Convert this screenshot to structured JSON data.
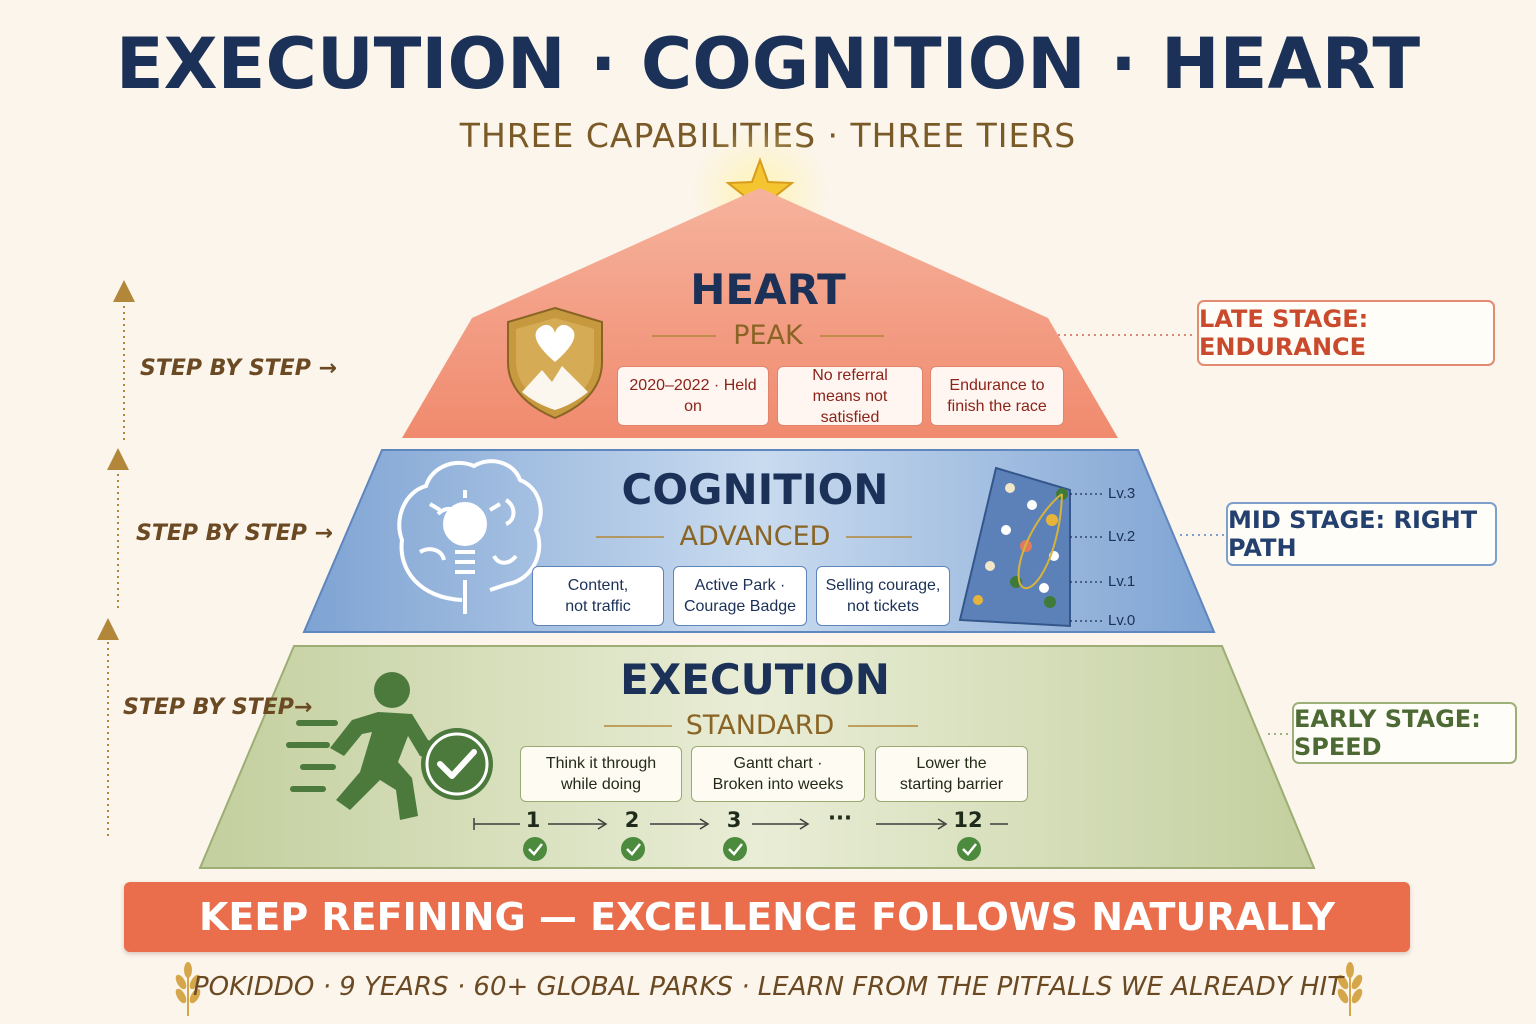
{
  "header": {
    "title": "EXECUTION · COGNITION · HEART",
    "subtitle": "THREE CAPABILITIES · THREE TIERS"
  },
  "tiers": {
    "heart": {
      "title": "HEART",
      "level": "PEAK",
      "color": "#f4937a",
      "chips": [
        "2020–2022 · Held on",
        "No referral\nmeans not satisfied",
        "Endurance to\nfinish the race"
      ]
    },
    "cognition": {
      "title": "COGNITION",
      "level": "ADVANCED",
      "color": "#8fb1dc",
      "chips": [
        "Content,\nnot traffic",
        "Active Park ·\nCourage Badge",
        "Selling courage,\nnot tickets"
      ],
      "climb_levels": [
        "Lv.3",
        "Lv.2",
        "Lv.1",
        "Lv.0"
      ]
    },
    "execution": {
      "title": "EXECUTION",
      "level": "STANDARD",
      "color": "#c7d3a6",
      "chips": [
        "Think it through\nwhile doing",
        "Gantt chart ·\nBroken into weeks",
        "Lower the\nstarting barrier"
      ],
      "steps": [
        "1",
        "2",
        "3",
        "···",
        "12"
      ]
    }
  },
  "stages": {
    "late": "LATE STAGE: ENDURANCE",
    "mid": "MID STAGE: RIGHT PATH",
    "early": "EARLY STAGE: SPEED"
  },
  "step_labels": [
    "STEP BY STEP →",
    "STEP BY STEP →",
    "STEP BY STEP→"
  ],
  "banner": "KEEP REFINING — EXCELLENCE FOLLOWS NATURALLY",
  "footer": "POKIDDO · 9 YEARS · 60+ GLOBAL PARKS · LEARN FROM THE PITFALLS WE ALREADY HIT",
  "icons": [
    "star-icon",
    "heart-shield-icon",
    "brain-lightbulb-icon",
    "climbing-wall-icon",
    "runner-icon",
    "check-circle-icon",
    "wheat-icon"
  ]
}
